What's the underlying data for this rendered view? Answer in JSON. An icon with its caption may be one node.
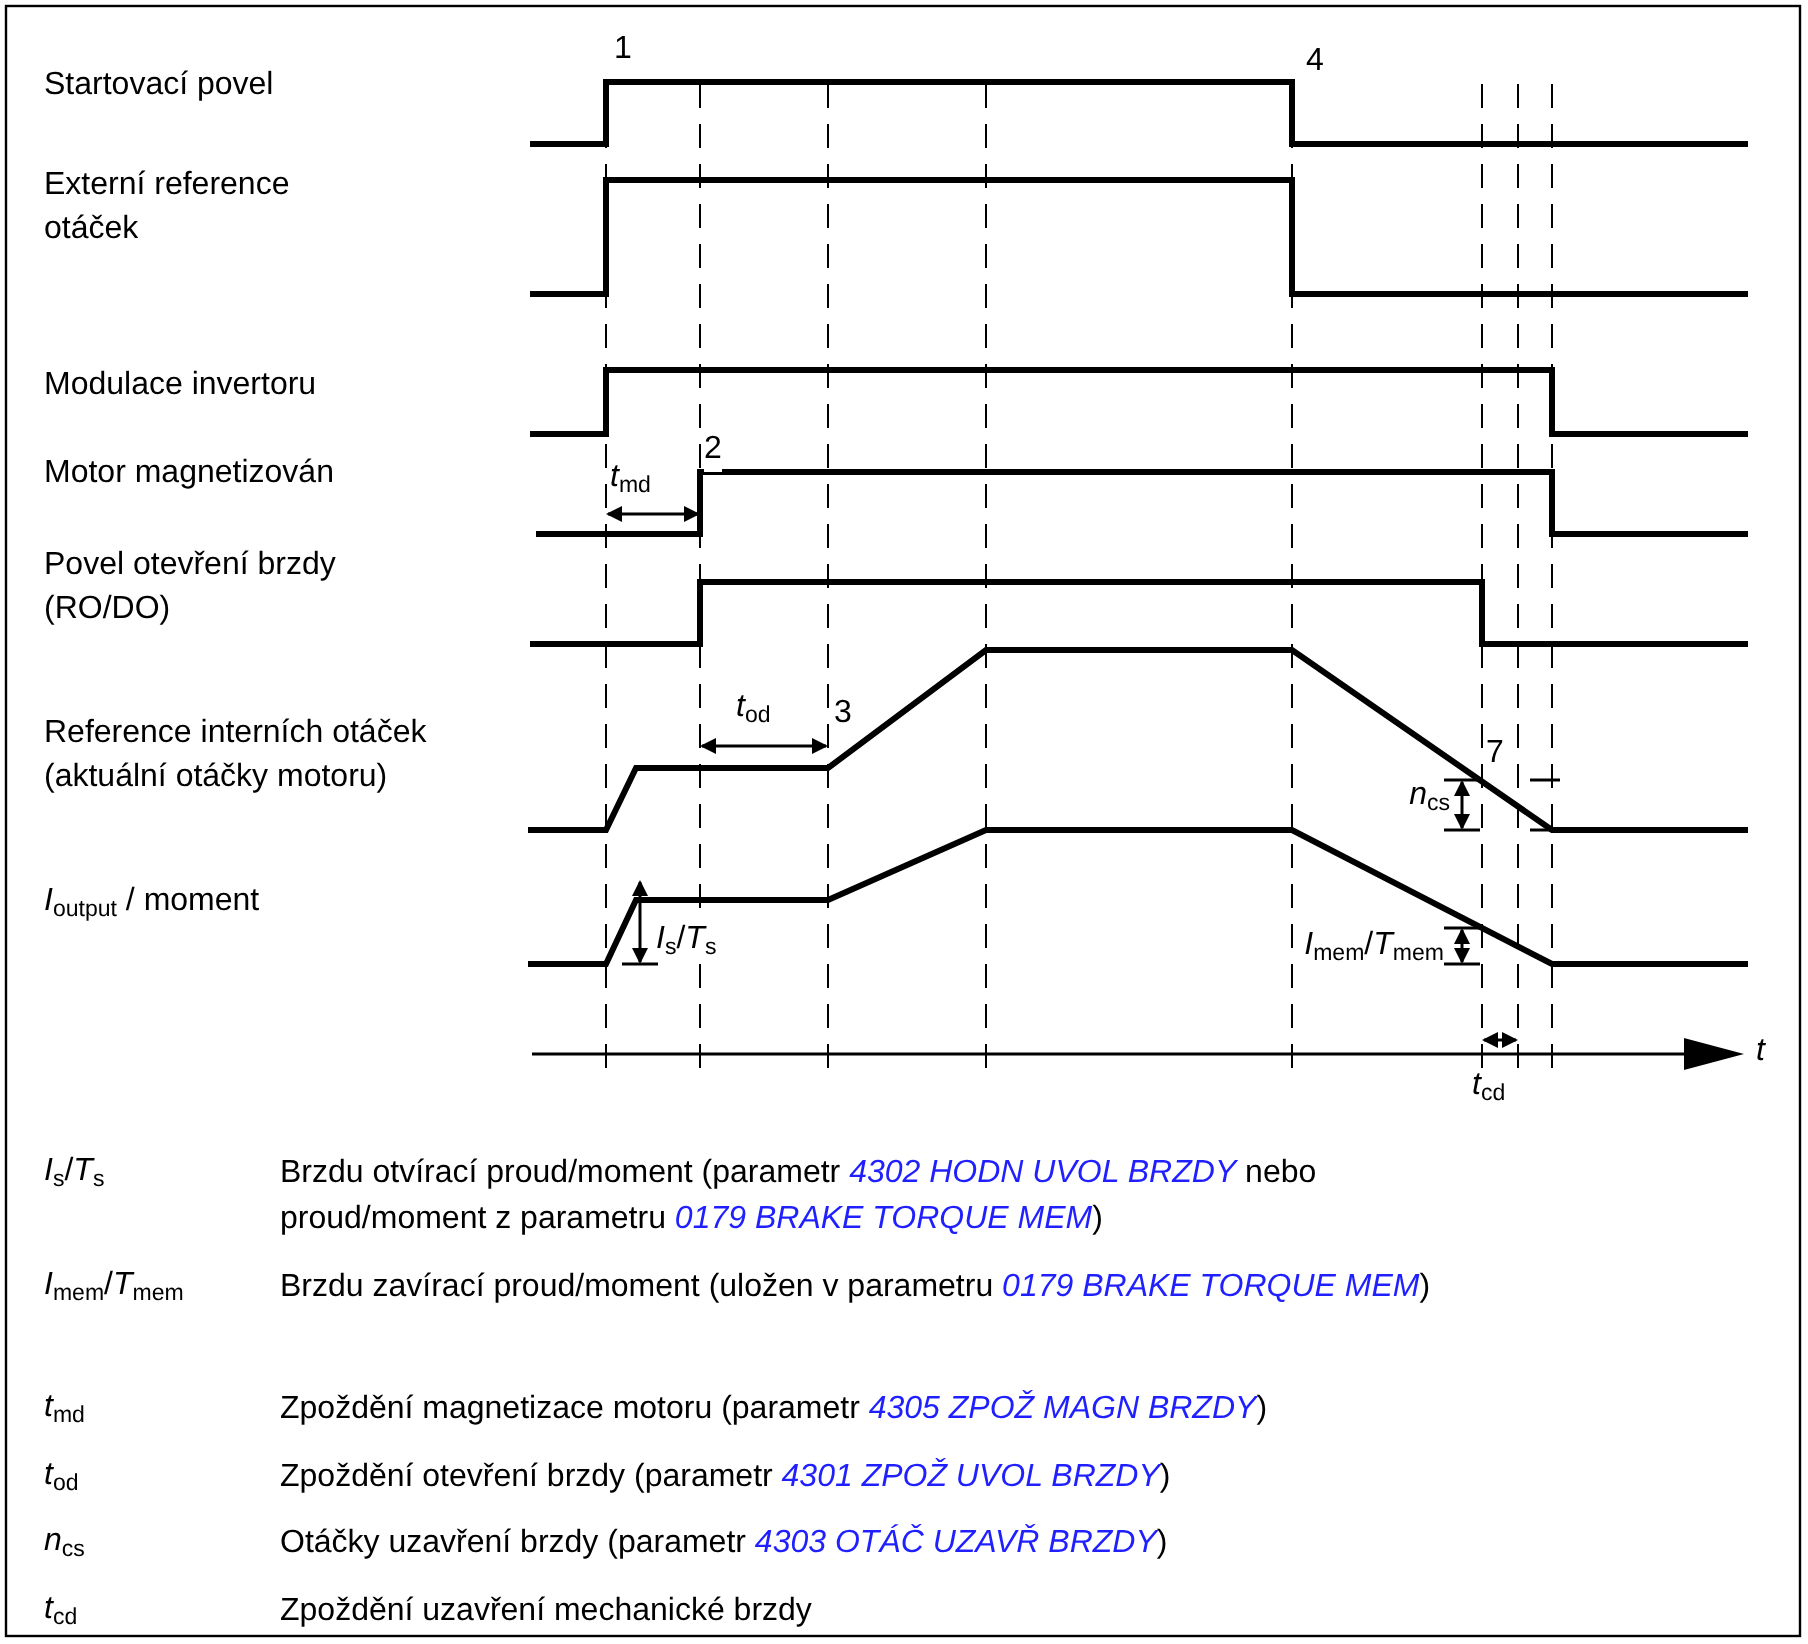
{
  "diagram": {
    "labels": [
      "Startovací povel",
      "1",
      "4",
      "Externí reference otáček",
      "Modulace invertoru",
      "Motor magnetizován",
      "*t*$_{md}$",
      "2",
      "Povel otevření brzdy (RO/DO)",
      "Reference interních otáček (aktuální otáčky motoru)",
      "*t*$_{od}$",
      "3",
      "7",
      "*n*$_{cs}$",
      "*I*$_{output}$ / moment",
      "*I*$_{s}$/*T*$_{s}$",
      "*I*$_{mem}$/*T*$_{mem}$",
      "*t*",
      "*t*$_{cd}$",
      "*I*$_{s}$/*T*$_{s}$",
      "Brzdu otvírací proud/moment (parametr *4302 HODN UVOL BRZDY* nebo proud/moment z parametru *0179 BRAKE TORQUE MEM*)",
      "*I*$_{mem}$/*T*$_{mem}$",
      "Brzdu zavírací proud/moment (uložen v parametru *0179 BRAKE TORQUE MEM*)",
      "*t*$_{md}$",
      "Zpoždění magnetizace motoru (parametr *4305 ZPOŽ MAGN BRZDY*)",
      "*t*$_{od}$",
      "Zpoždění otevření brzdy (parametr *4301 ZPOŽ UVOL BRZDY*)",
      "*n*$_{cs}$",
      "Otáčky uzavření brzdy (parametr *4303 OTÁČ UZAVŘ BRZDY*)",
      "*t*$_{cd}$",
      "Zpoždění uzavření mechanické brzdy"
    ]
  }
}
